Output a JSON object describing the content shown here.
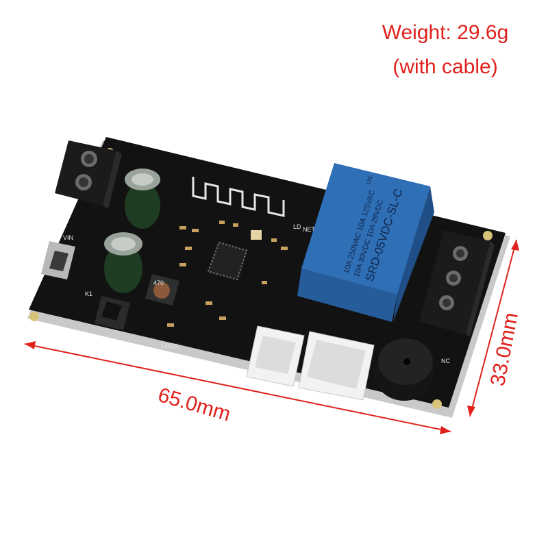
{
  "caption": {
    "weight": "Weight: 29.6g",
    "note": "(with cable)"
  },
  "dimensions": {
    "length": "65.0mm",
    "width": "33.0mm"
  },
  "colors": {
    "annotation": "#e0201b",
    "pcb": "#111111",
    "relay": "#2e6fb5",
    "connector": "#f2f2f2"
  },
  "board_labels": {
    "vin": "VIN",
    "k1": "K1",
    "nc": "NC",
    "lock": "LOCK",
    "net": "NET",
    "ld": "LD",
    "inductor": "470",
    "relay_lines": [
      "10A 250VAC  10A 125VAC",
      "10A 30VDC   10A 28VDC",
      "SRD-05VDC-SL-C"
    ],
    "relay_us": "US"
  }
}
